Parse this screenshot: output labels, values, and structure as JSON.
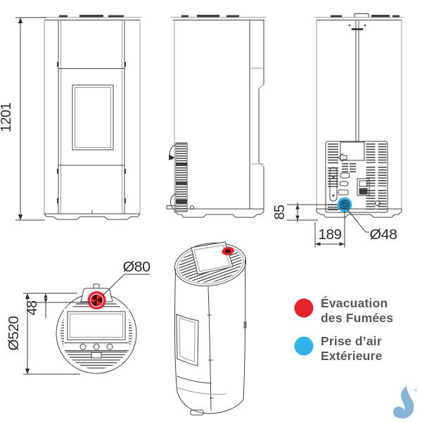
{
  "dims": {
    "overall_height": "1201",
    "rear_outlet_height": "85",
    "rear_outlet_offset": "189",
    "air_intake_diameter": "Ø48",
    "flue_diameter": "Ø80",
    "flue_center_offset": "48",
    "body_diameter": "Ø520"
  },
  "legend": {
    "flue": {
      "line1": "Évacuation",
      "line2": "des Fumées",
      "color": "#e5232d"
    },
    "air": {
      "line1": "Prise d’air",
      "line2": "Extérieure",
      "color": "#2fb3e8"
    }
  },
  "logo": {
    "registered_mark": "®",
    "color": "#7cabd3"
  },
  "colors": {
    "flue_red": "#e5232d",
    "air_blue": "#2fb3e8",
    "line_dark": "#3f4042",
    "line_light": "#98999b",
    "dim_text": "#2b2b2d",
    "legend_text": "#56575b",
    "logo_blue": "#7cabd3"
  }
}
